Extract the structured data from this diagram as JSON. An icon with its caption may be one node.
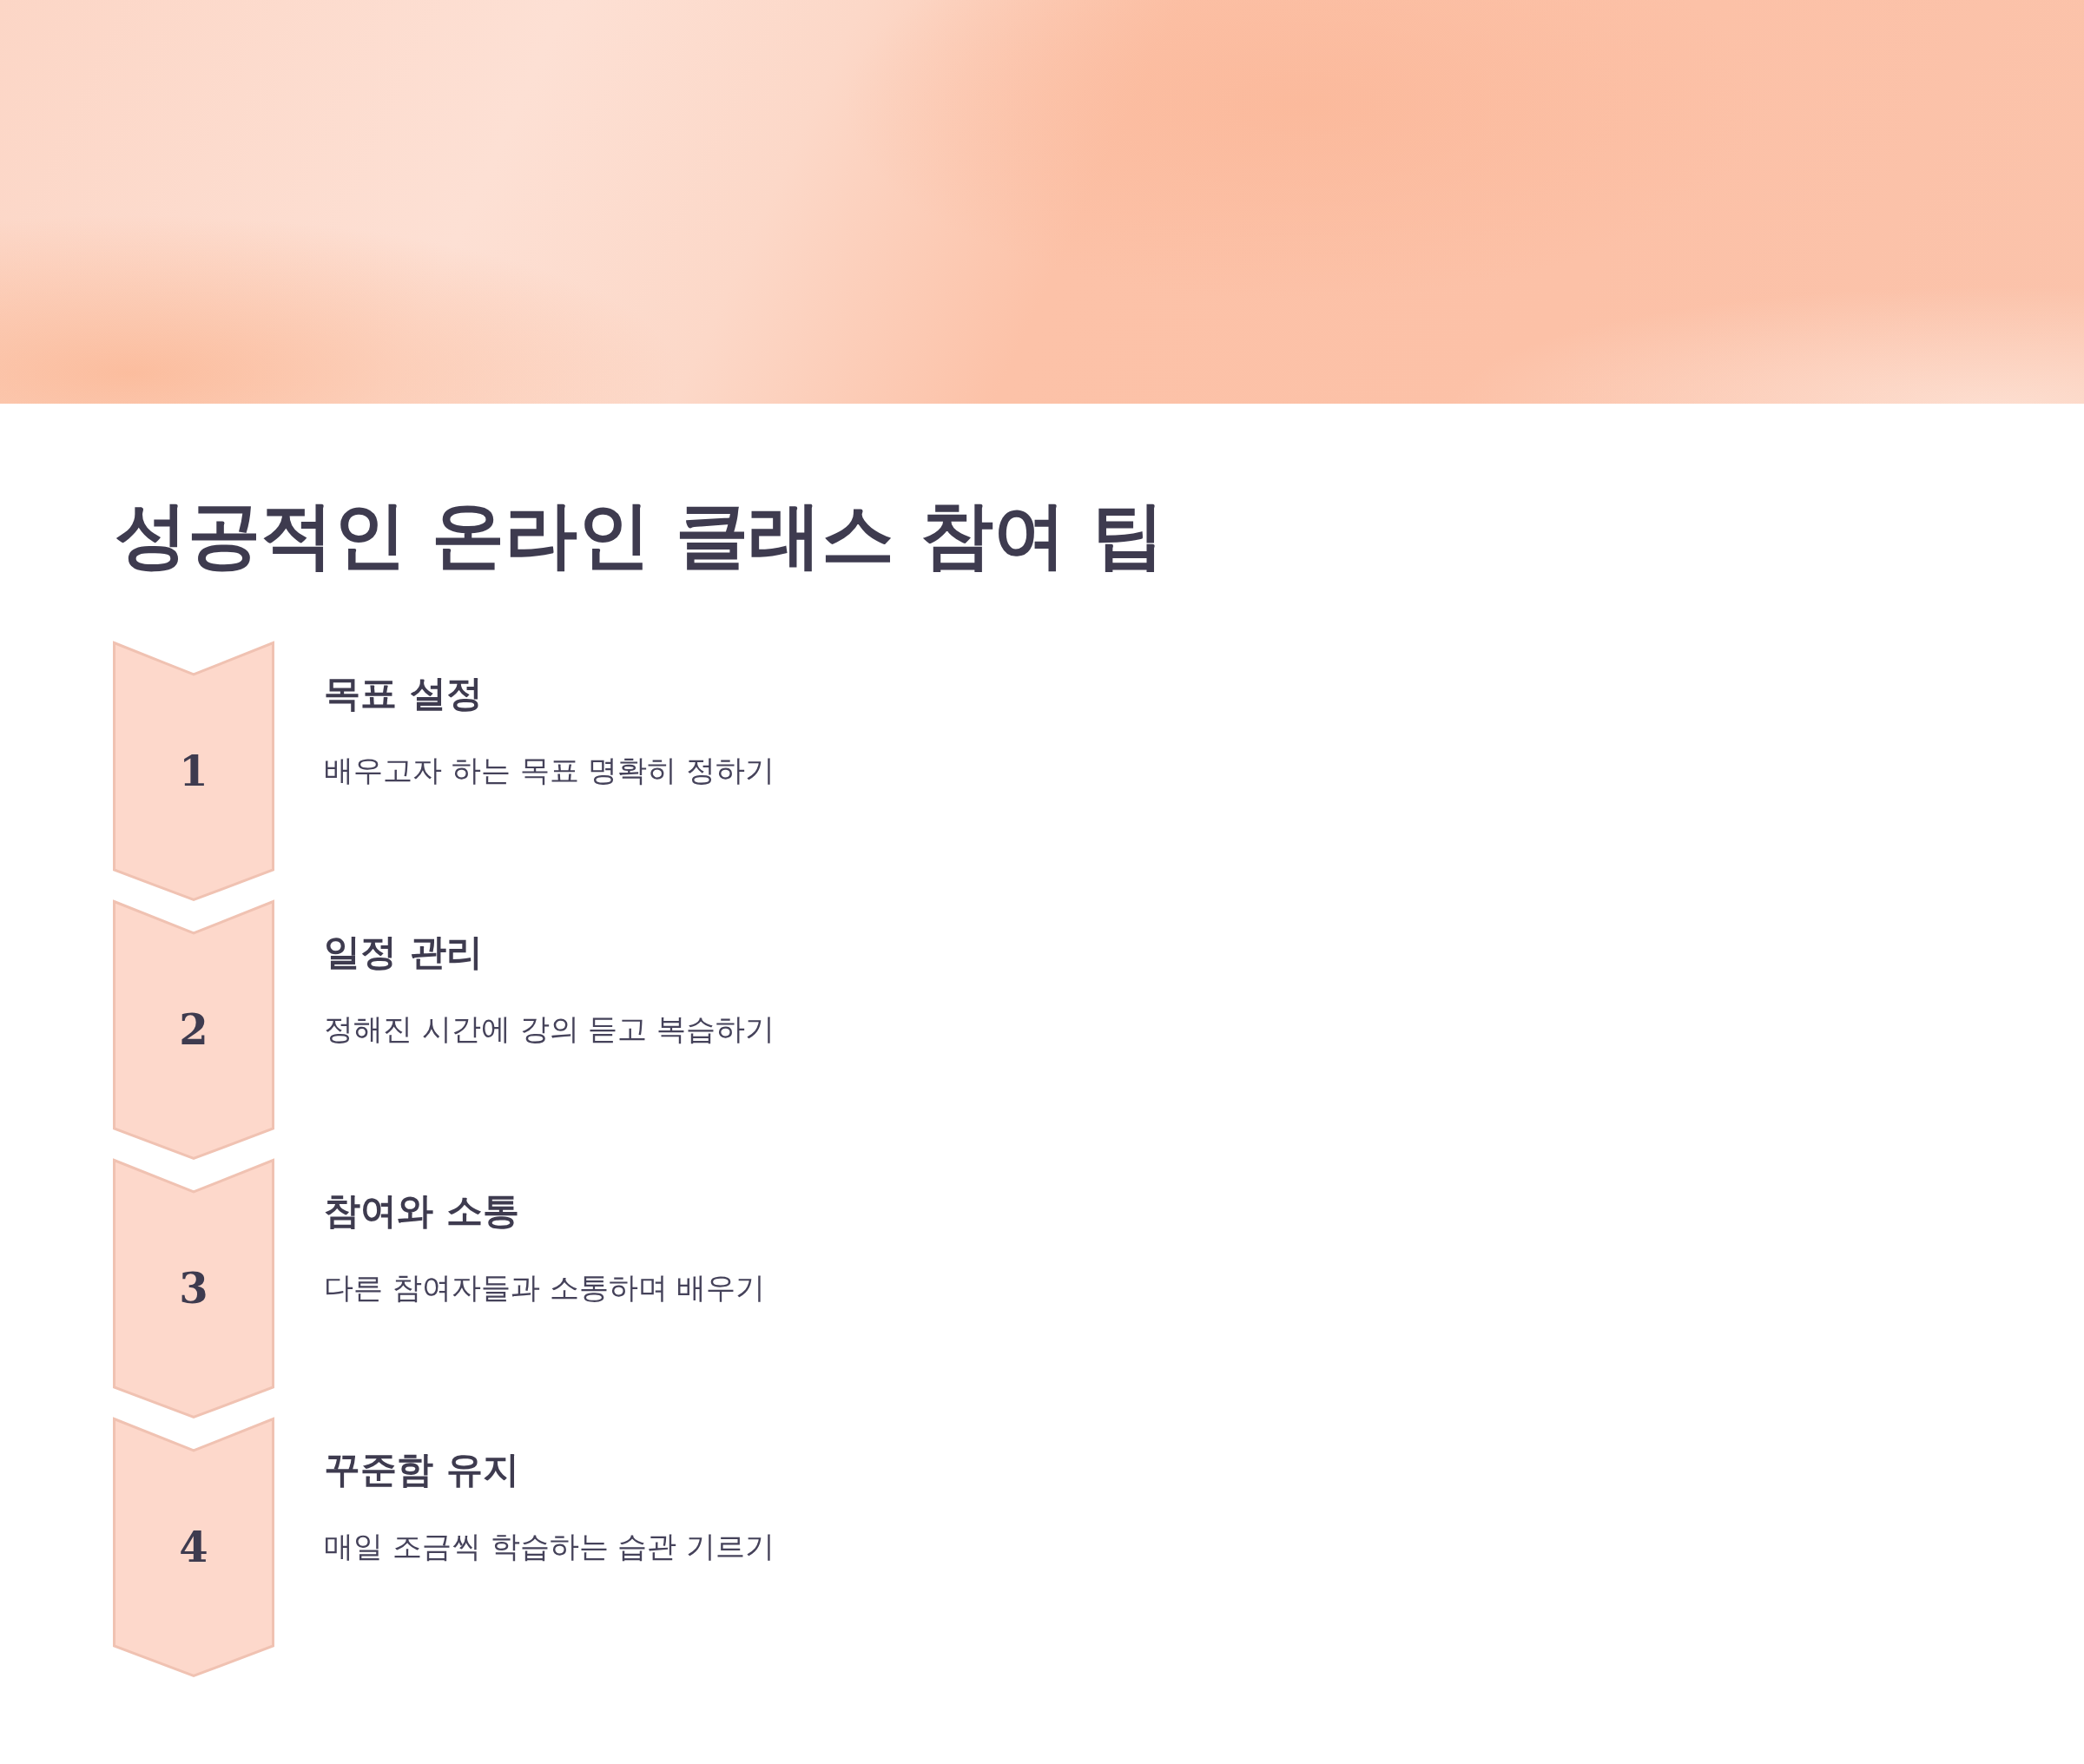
{
  "diagram": {
    "title": "성공적인 온라인 클래스 참여 팁",
    "nodes": [
      {
        "text": [],
        "shape": "picture"
      },
      {
        "text": [
          "1"
        ],
        "beside": [
          "목표 설정",
          "배우고자 하는 목표 명확히 정하기"
        ]
      },
      {
        "text": [
          "2"
        ],
        "beside": [
          "일정 관리",
          "정해진 시간에 강의 듣고 복습하기"
        ]
      },
      {
        "text": [
          "3"
        ],
        "beside": [
          "참여와 소통",
          "다른 참여자들과 소통하며 배우기"
        ]
      },
      {
        "text": [
          "4"
        ],
        "beside": [
          "꾸준함 유지",
          "매일 조금씩 학습하는 습관 기르기"
        ]
      }
    ]
  }
}
